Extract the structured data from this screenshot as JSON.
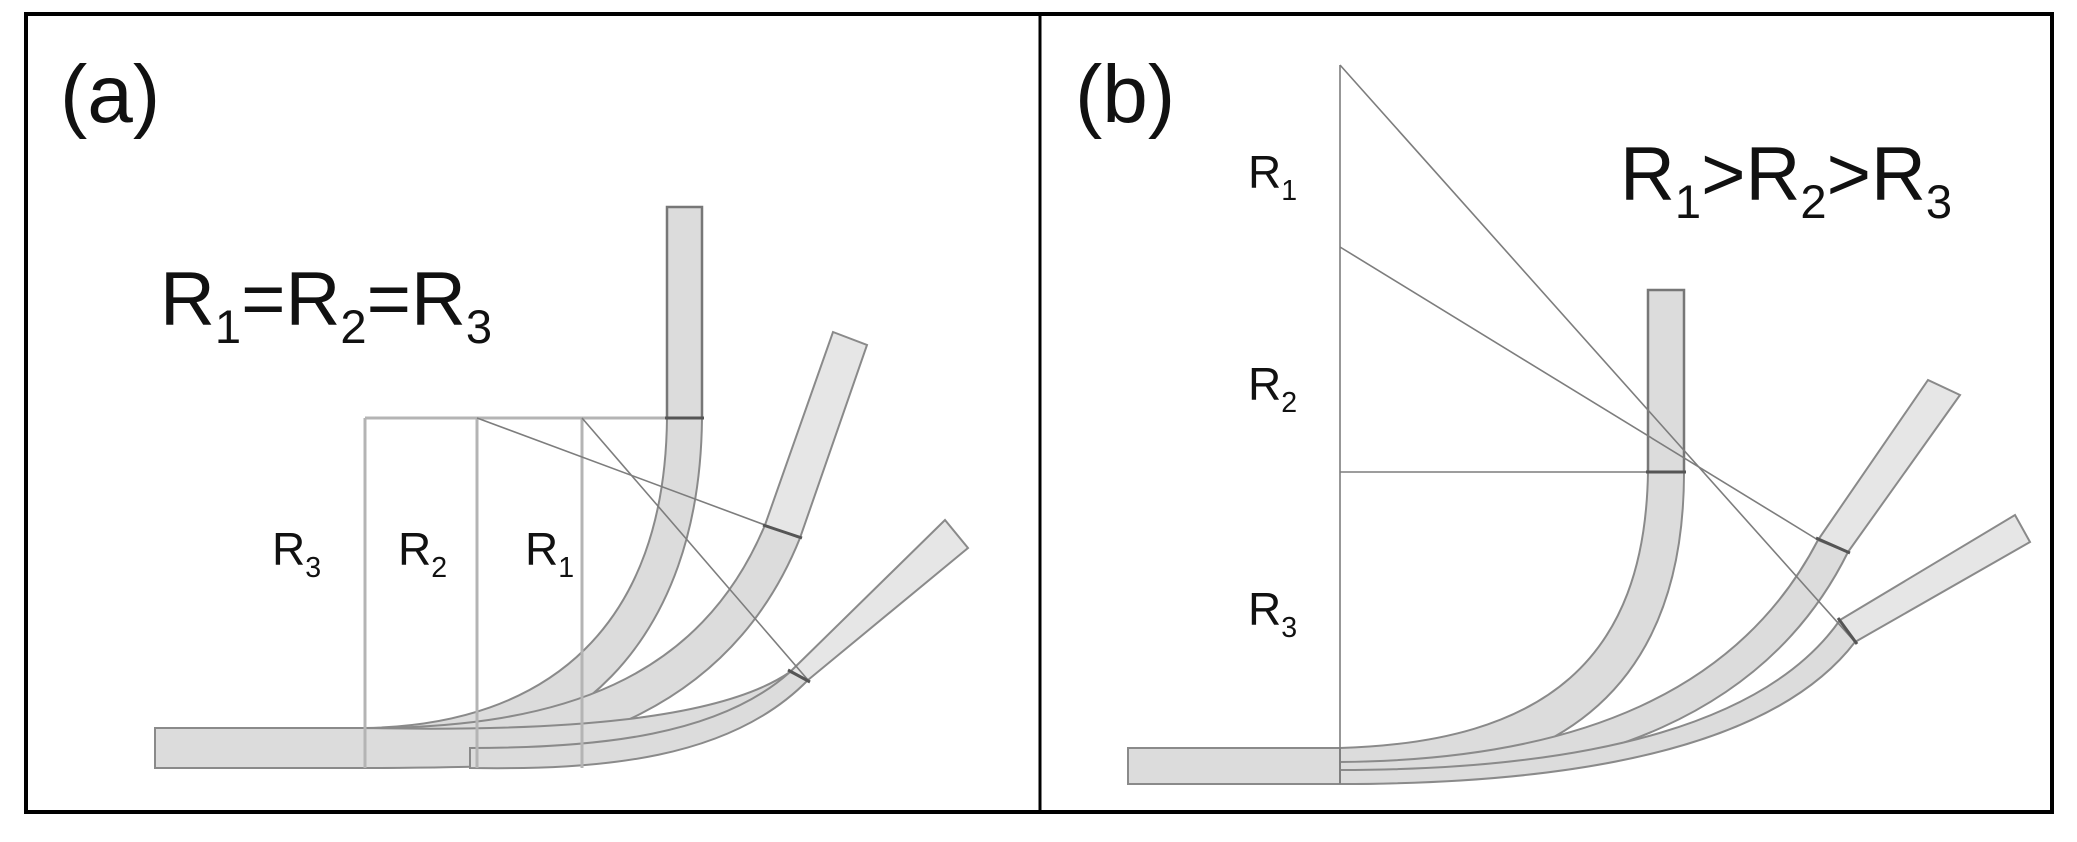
{
  "panel_a": {
    "label": "(a)",
    "equation": {
      "r1": "R",
      "s1": "1",
      "op1": "=",
      "r2": "R",
      "s2": "2",
      "op2": "=",
      "r3": "R",
      "s3": "3"
    },
    "radius_labels": [
      {
        "main": "R",
        "sub": "3"
      },
      {
        "main": "R",
        "sub": "2"
      },
      {
        "main": "R",
        "sub": "1"
      }
    ]
  },
  "panel_b": {
    "label": "(b)",
    "equation": {
      "r1": "R",
      "s1": "1",
      "op1": ">",
      "r2": "R",
      "s2": "2",
      "op2": ">",
      "r3": "R",
      "s3": "3"
    },
    "radius_labels": [
      {
        "main": "R",
        "sub": "1"
      },
      {
        "main": "R",
        "sub": "2"
      },
      {
        "main": "R",
        "sub": "3"
      }
    ]
  },
  "colors": {
    "pipe_fill": "#dcdcdc",
    "pipe_straight_fill": "#e6e6e6",
    "pipe_stroke": "#8a8a8a",
    "guide_line": "#b4b4b4",
    "frame": "#000000"
  }
}
